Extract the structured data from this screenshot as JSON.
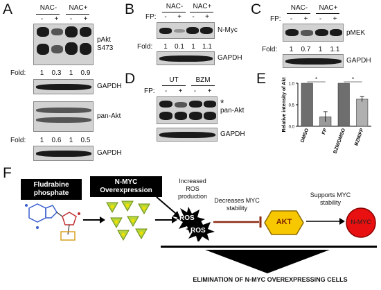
{
  "panel_labels": {
    "a": "A",
    "b": "B",
    "c": "C",
    "d": "D",
    "e": "E",
    "f": "F"
  },
  "panel_a": {
    "groups": [
      "NAC-",
      "NAC+"
    ],
    "fp_signs": [
      "-",
      "+",
      "-",
      "+"
    ],
    "blot1_labels": [
      "pAkt",
      "S473"
    ],
    "fold_label": "Fold:",
    "fold1": [
      "1",
      "0.3",
      "1",
      "0.9"
    ],
    "gapdh": "GAPDH",
    "pan_akt": "pan-Akt",
    "fold2": [
      "1",
      "0.6",
      "1",
      "0.5"
    ],
    "gapdh2": "GAPDH"
  },
  "panel_b": {
    "groups": [
      "NAC-",
      "NAC+"
    ],
    "fp_label": "FP:",
    "fp_signs": [
      "-",
      "+",
      "-",
      "+"
    ],
    "protein": "N-Myc",
    "fold_label": "Fold:",
    "fold": [
      "1",
      "0.1",
      "1",
      "1.1"
    ],
    "gapdh": "GAPDH"
  },
  "panel_c": {
    "groups": [
      "NAC-",
      "NAC+"
    ],
    "fp_label": "FP:",
    "fp_signs": [
      "-",
      "+",
      "-",
      "+"
    ],
    "protein": "pMEK",
    "fold_label": "Fold:",
    "fold": [
      "1",
      "0.7",
      "1",
      "1.1"
    ],
    "gapdh": "GAPDH"
  },
  "panel_d": {
    "groups": [
      "UT",
      "BZM"
    ],
    "fp_label": "FP:",
    "fp_signs": [
      "-",
      "+",
      "-",
      "+"
    ],
    "asterisk": "*",
    "protein": "pan-Akt",
    "gapdh": "GAPDH"
  },
  "panel_e": {
    "chart_data": {
      "type": "bar",
      "categories": [
        "DMSO",
        "FP",
        "BZM/DMSO",
        "BZM/FP"
      ],
      "values": [
        1.0,
        0.22,
        1.0,
        0.63
      ],
      "errors": [
        0,
        0.12,
        0,
        0.06
      ],
      "colors": [
        "#6e6e6e",
        "#9a9a9a",
        "#6e6e6e",
        "#b0b0b0"
      ],
      "ylabel": "Relative intensity of Akt",
      "ylim": [
        0,
        1.0
      ],
      "yticks": [
        "0.0",
        "0.5",
        "1.0"
      ],
      "significance": [
        "*",
        "*"
      ]
    }
  },
  "panel_f": {
    "box1": "Fludrabine phosphate",
    "box2": "N-MYC Overexpression",
    "ros_text": "Increased ROS production",
    "ros1": "ROS",
    "ros2": "ROS",
    "decreases": "Decreases MYC stability",
    "akt": "AKT",
    "supports": "Supports MYC stability",
    "nmyc": "N-MYC",
    "elimination": "ELIMINATION OF N-MYC OVEREXPRESSING CELLS"
  }
}
